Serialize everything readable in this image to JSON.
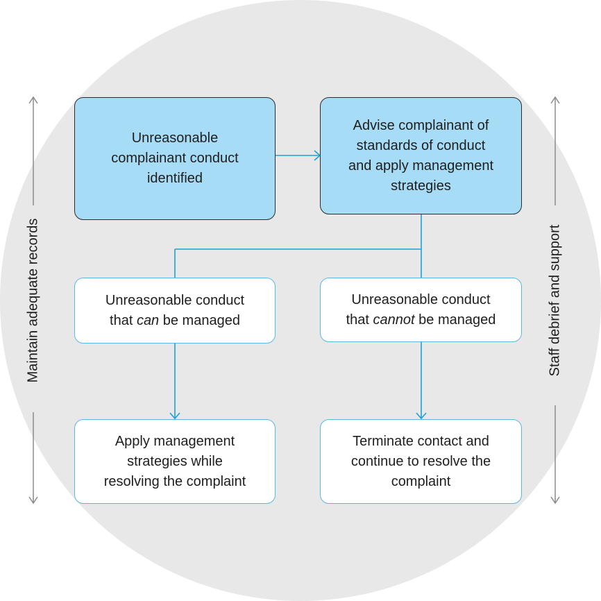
{
  "diagram": {
    "nodes": {
      "identified": {
        "lines": [
          "Unreasonable",
          "complainant conduct",
          "identified"
        ]
      },
      "advise": {
        "lines": [
          "Advise complainant of",
          "standards of conduct",
          "and apply management",
          "strategies"
        ]
      },
      "can_managed": {
        "line1": "Unreasonable conduct",
        "pre": "that ",
        "emph": "can",
        "post": " be managed"
      },
      "cannot_managed": {
        "line1": "Unreasonable conduct",
        "pre": "that ",
        "emph": "cannot",
        "post": " be managed"
      },
      "apply_strategies": {
        "lines": [
          "Apply management",
          "strategies while",
          "resolving the complaint"
        ]
      },
      "terminate": {
        "lines": [
          "Terminate contact and",
          "continue to resolve the",
          "complaint"
        ]
      }
    },
    "side_labels": {
      "left": "Maintain adequate records",
      "right": "Staff debrief and support"
    },
    "colors": {
      "background_circle": "#e8e8e8",
      "highlight_fill": "#a6dcf5",
      "connector": "#1aa0d8",
      "box_border": "#5ab8e0",
      "side_arrow": "#8a8a8a"
    }
  }
}
